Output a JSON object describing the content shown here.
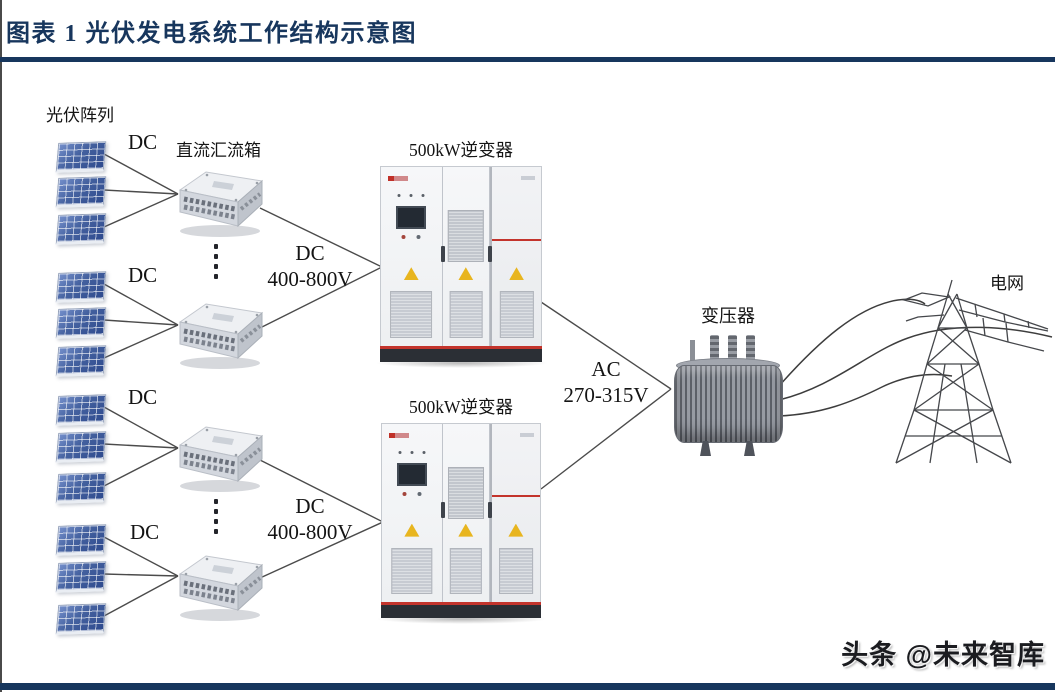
{
  "header": {
    "title": "图表 1  光伏发电系统工作结构示意图"
  },
  "labels": {
    "pv_array": "光伏阵列",
    "combiner_box": "直流汇流箱",
    "dc": "DC",
    "dc_bus": [
      "DC",
      "400-800V"
    ],
    "inverter": "500kW逆变器",
    "ac_bus": [
      "AC",
      "270-315V"
    ],
    "transformer": "变压器",
    "grid": "电网"
  },
  "footer": {
    "watermark": "头条 @未来智库"
  },
  "structure": {
    "pv_panel_groups": 4,
    "panels_per_group": 3,
    "combiner_boxes": 4,
    "inverters": 2
  },
  "icons": {
    "vertical_ellipsis": "⋮"
  },
  "colors": {
    "accent_navy": "#17365d",
    "panel_blue": "#44619f",
    "line_gray": "#4b4b4b",
    "warning_yellow": "#e8b51f",
    "stripe_red": "#c3342c"
  }
}
